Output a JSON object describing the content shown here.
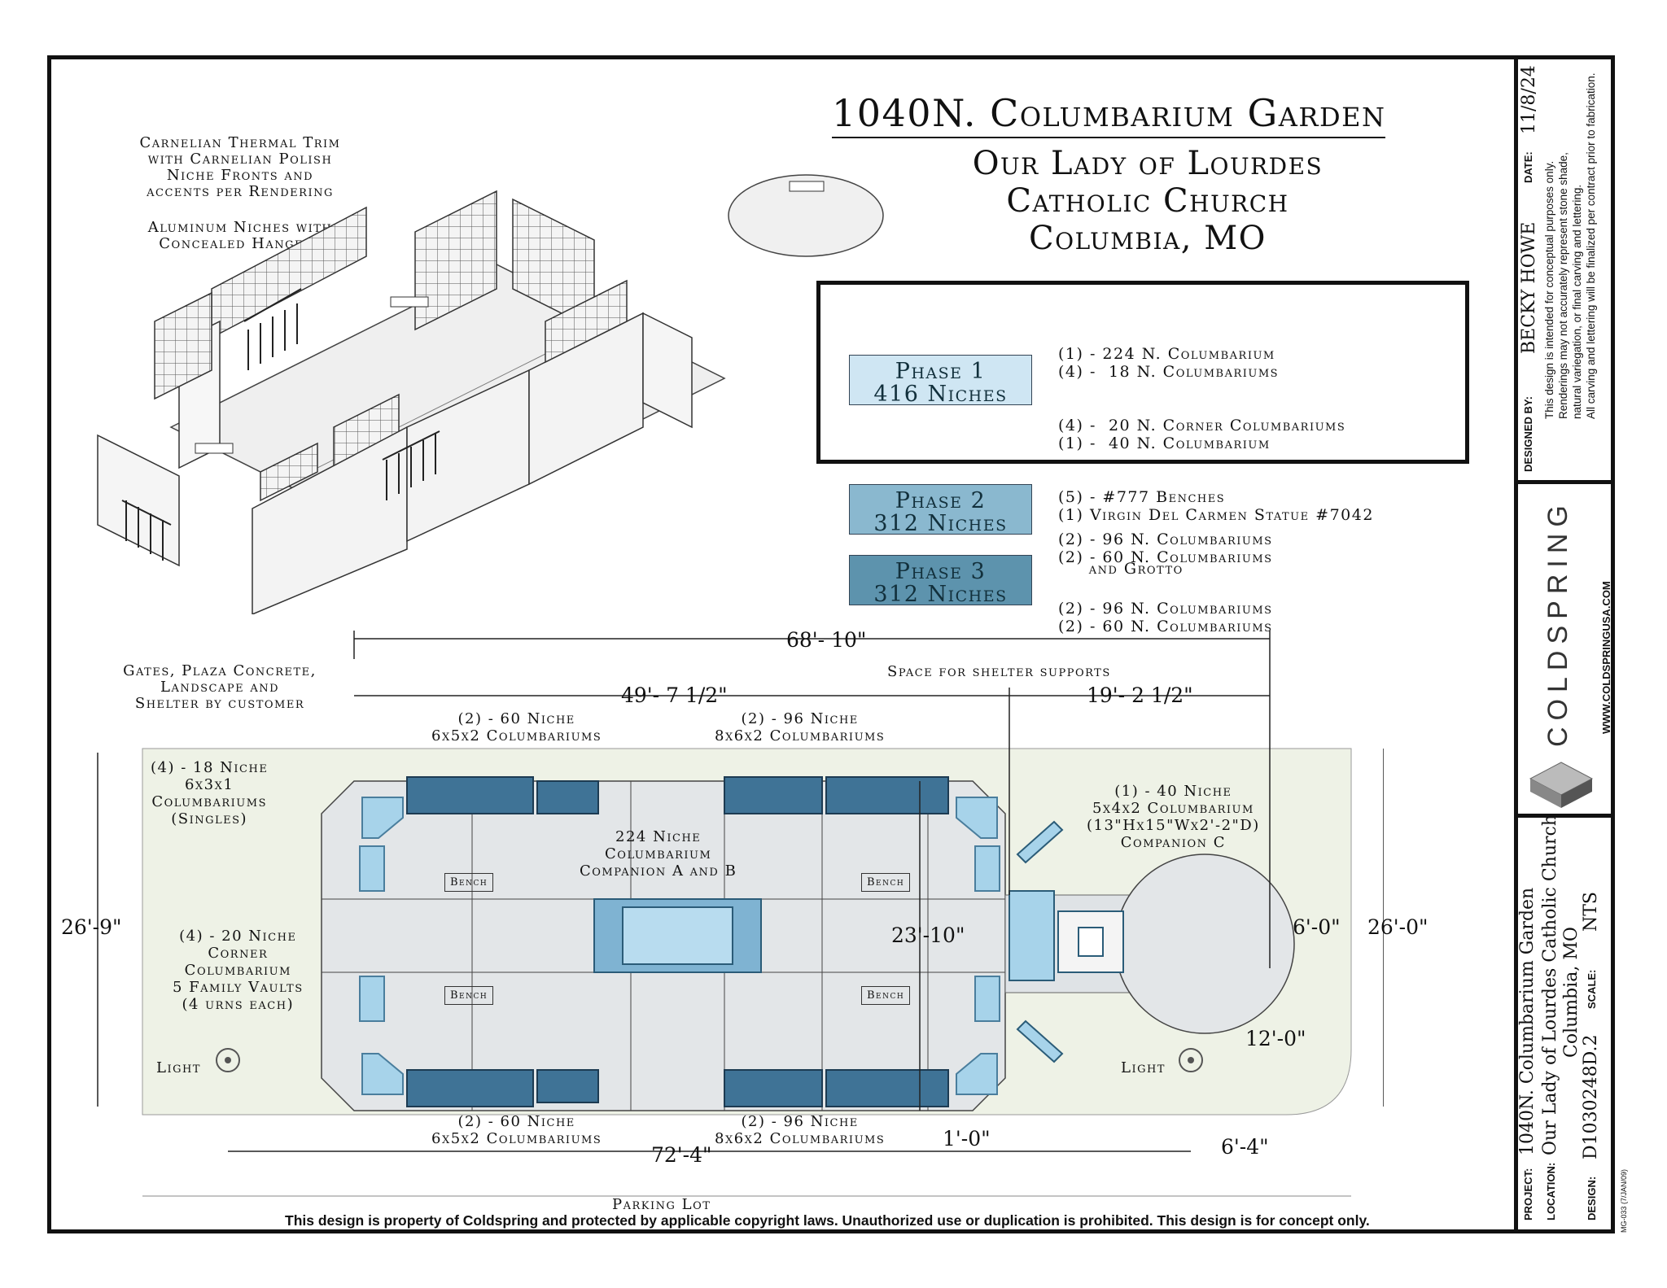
{
  "header": {
    "title": "1040N. Columbarium Garden",
    "church_line1": "Our Lady of Lourdes",
    "church_line2": "Catholic Church",
    "church_line3": "Columbia, MO"
  },
  "notes": {
    "trim": [
      "Carnelian Thermal Trim",
      "with Carnelian Polish",
      "Niche Fronts and",
      "accents per Rendering"
    ],
    "niches": [
      "Aluminum Niches with",
      "Concealed Hangers"
    ],
    "customer": [
      "Gates, Plaza Concrete,",
      "Landscape and",
      "Shelter by customer"
    ]
  },
  "phases": [
    {
      "label": "Phase 1",
      "niches": "416 Niches",
      "color": "#cfe6f3",
      "items": [
        "(1) - 224 N. Columbarium",
        "(4) -  18 N. Columbariums",
        "(4) -  20 N. Corner Columbariums",
        "(1) -  40 N. Columbarium",
        "(5) - #777 Benches",
        "(1) Virgin Del Carmen Statue #7042",
        "     and Grotto"
      ]
    },
    {
      "label": "Phase 2",
      "niches": "312 Niches",
      "color": "#8ab8cf",
      "items": [
        "(2) - 96 N. Columbariums",
        "(2) - 60 N. Columbariums"
      ]
    },
    {
      "label": "Phase 3",
      "niches": "312 Niches",
      "color": "#5d93ad",
      "items": [
        "(2) - 96 N. Columbariums",
        "(2) - 60 N. Columbariums"
      ]
    }
  ],
  "plan": {
    "dims": {
      "overall_width": "68'- 10\"",
      "left_width": "49'- 7 1/2\"",
      "right_width": "19'- 2 1/2\"",
      "left_height": "26'-9\"",
      "right_height": "26'-0\"",
      "inner_height": "23'-10\"",
      "radius": "6'-0\"",
      "offset_12": "12'-0\"",
      "bottom_width": "72'-4\"",
      "offset_1": "1'-0\"",
      "offset_6_4": "6'-4\""
    },
    "labels": {
      "shelter": "Space for shelter supports",
      "top_60": [
        "(2) - 60 Niche",
        "6x5x2 Columbariums"
      ],
      "top_96": [
        "(2) - 96 Niche",
        "8x6x2 Columbariums"
      ],
      "bottom_60": [
        "(2) - 60 Niche",
        "6x5x2 Columbariums"
      ],
      "bottom_96": [
        "(2) - 96 Niche",
        "8x6x2 Columbariums"
      ],
      "singles": [
        "(4) - 18 Niche",
        "6x3x1",
        "Columbariums",
        "(Singles)"
      ],
      "corner": [
        "(4) - 20 Niche",
        "Corner",
        "Columbarium",
        "5 Family Vaults",
        "(4 urns each)"
      ],
      "center": [
        "224 Niche",
        "Columbarium",
        "Companion A and B"
      ],
      "companion_c": [
        "(1) - 40 Niche",
        "5x4x2 Columbarium",
        "(13\"Hx15\"Wx2'-2\"D)",
        "Companion C"
      ],
      "bench": "Bench",
      "light": "Light",
      "parking": "Parking Lot"
    }
  },
  "title_block": {
    "designed_by_label": "DESIGNED BY:",
    "designed_by": "BECKY HOWE",
    "date_label": "DATE:",
    "date": "11/8/24",
    "disclaimer": [
      "This design is intended for conceptual purposes only.",
      "Renderings may not accurately represent stone shade,",
      "natural variegation, or final carving and lettering.",
      "All carving and lettering will be finalized per contract prior to fabrication."
    ],
    "brand": "COLDSPRING",
    "website": "WWW.COLDSPRINGUSA.COM",
    "project_label": "PROJECT:",
    "project": "1040N. Columbarium Garden",
    "location_label": "LOCATION:",
    "location_1": "Our Lady of Lourdes Catholic Church",
    "location_2": "Columbia, MO",
    "design_label": "DESIGN:",
    "design": "D1030248D.2",
    "scale_label": "SCALE:",
    "scale": "NTS",
    "form_code": "MG-033 (7/JAN/09)"
  },
  "footer": {
    "copyright": "This design is property of Coldspring and protected by applicable copyright laws. Unauthorized use or duplication is prohibited. This design is for concept only."
  }
}
